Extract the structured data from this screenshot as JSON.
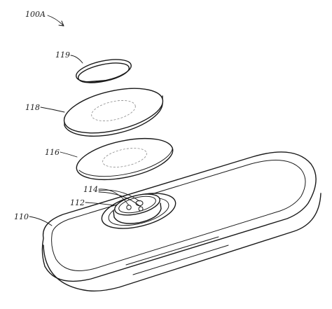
{
  "figure": {
    "assembly_label": "100A",
    "parts": [
      {
        "ref": "119",
        "kind": "retaining-ring"
      },
      {
        "ref": "118",
        "kind": "upper-disc"
      },
      {
        "ref": "116",
        "kind": "lower-disc"
      },
      {
        "ref": "114",
        "kind": "contacts"
      },
      {
        "ref": "112",
        "kind": "socket"
      },
      {
        "ref": "110",
        "kind": "housing"
      }
    ]
  }
}
